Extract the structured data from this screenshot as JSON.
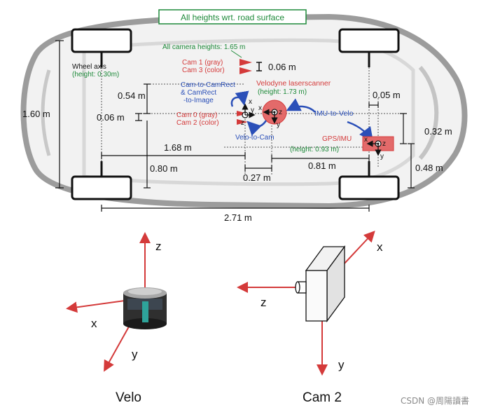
{
  "colors": {
    "red": "#d43a3a",
    "green": "#1e8a3a",
    "blue": "#2a4fb8",
    "black": "#111111",
    "car_fill": "#f2f2f2",
    "car_stroke": "#9c9c9c"
  },
  "top": {
    "heights_note": "All heights wrt. road surface",
    "wheel_axis": "Wheel axis",
    "wheel_axis_height": "(height: 0.30m)",
    "camera_heights": "All camera heights: 1.65 m",
    "cam1": "Cam 1 (gray)",
    "cam3": "Cam 3 (color)",
    "cam0": "Cam 0 (gray)",
    "cam2": "Cam 2 (color)",
    "velodyne": "Velodyne laserscanner",
    "velodyne_height": "(height: 1.73 m)",
    "cam_to_camrect": "Cam-to-CamRect",
    "camrect_to_image": "& CamRect",
    "to_image": "-to-Image",
    "velo_to_cam": "Velo-to-Cam",
    "imu_to_velo": "IMU-to-Velo",
    "gps_imu": "GPS/IMU",
    "gps_imu_height": "(height: 0.93 m)",
    "dims": {
      "d_160": "1.60 m",
      "d_054": "0.54 m",
      "d_006a": "0.06 m",
      "d_006b": "0.06 m",
      "d_005": "0.05 m",
      "d_032": "0.32 m",
      "d_168": "1.68 m",
      "d_080": "0.80 m",
      "d_027": "0.27 m",
      "d_081": "0.81 m",
      "d_048": "0.48 m",
      "d_271": "2.71 m"
    },
    "axis_labels": {
      "x": "x",
      "y": "y",
      "z": "z"
    }
  },
  "velo": {
    "caption": "Velo",
    "x": "x",
    "y": "y",
    "z": "z"
  },
  "cam": {
    "caption": "Cam 2",
    "x": "x",
    "y": "y",
    "z": "z"
  },
  "watermark": "CSDN @周陽讀書"
}
